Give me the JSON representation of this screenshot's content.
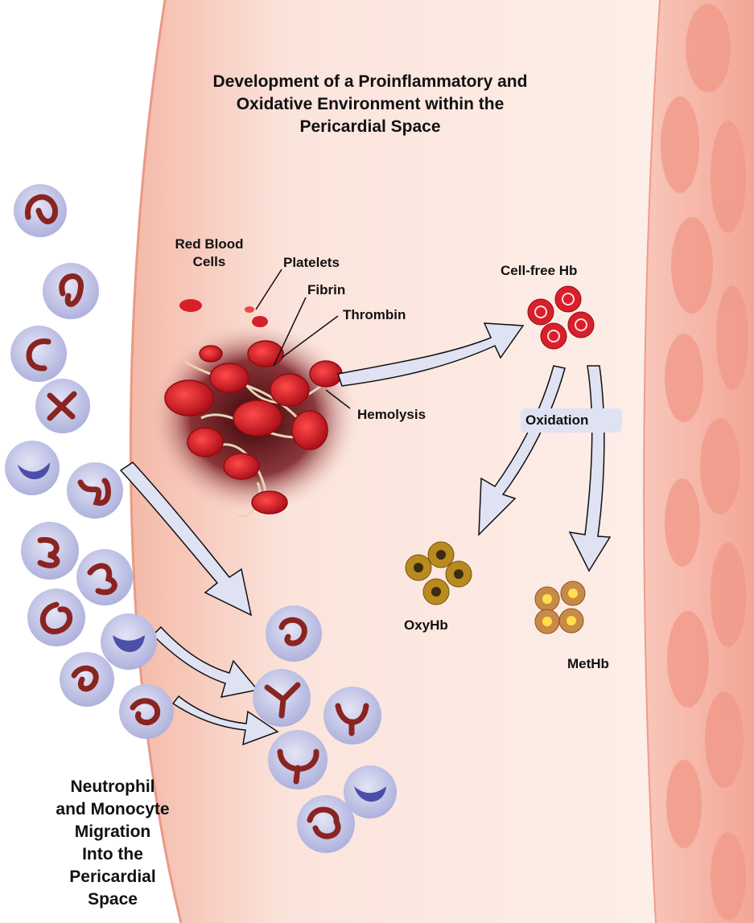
{
  "title": {
    "line1": "Development of a Proinflammatory and",
    "line2": "Oxidative Environment within the",
    "line3": "Pericardial Space"
  },
  "labels": {
    "red_blood_cells_1": "Red Blood",
    "red_blood_cells_2": "Cells",
    "platelets": "Platelets",
    "fibrin": "Fibrin",
    "thrombin": "Thrombin",
    "hemolysis": "Hemolysis",
    "cell_free_hb": "Cell-free Hb",
    "oxidation": "Oxidation",
    "oxyhb": "OxyHb",
    "methb": "MetHb"
  },
  "migration_title": {
    "line1": "Neutrophil",
    "line2": "and Monocyte",
    "line3": "Migration",
    "line4": "Into the",
    "line5": "Pericardial",
    "line6": "Space"
  },
  "colors": {
    "pericardium": "#f6cbbf",
    "myocardium": "#f2a898",
    "red_cell": "#d8202a",
    "leukocyte": "#c7c9ea",
    "nucleus": "#8a2420",
    "monocyte_nucleus": "#4b4fa6",
    "oxyhb": "#b98a1f",
    "methb": "#c98a48",
    "arrow": "#dfe2f2"
  }
}
